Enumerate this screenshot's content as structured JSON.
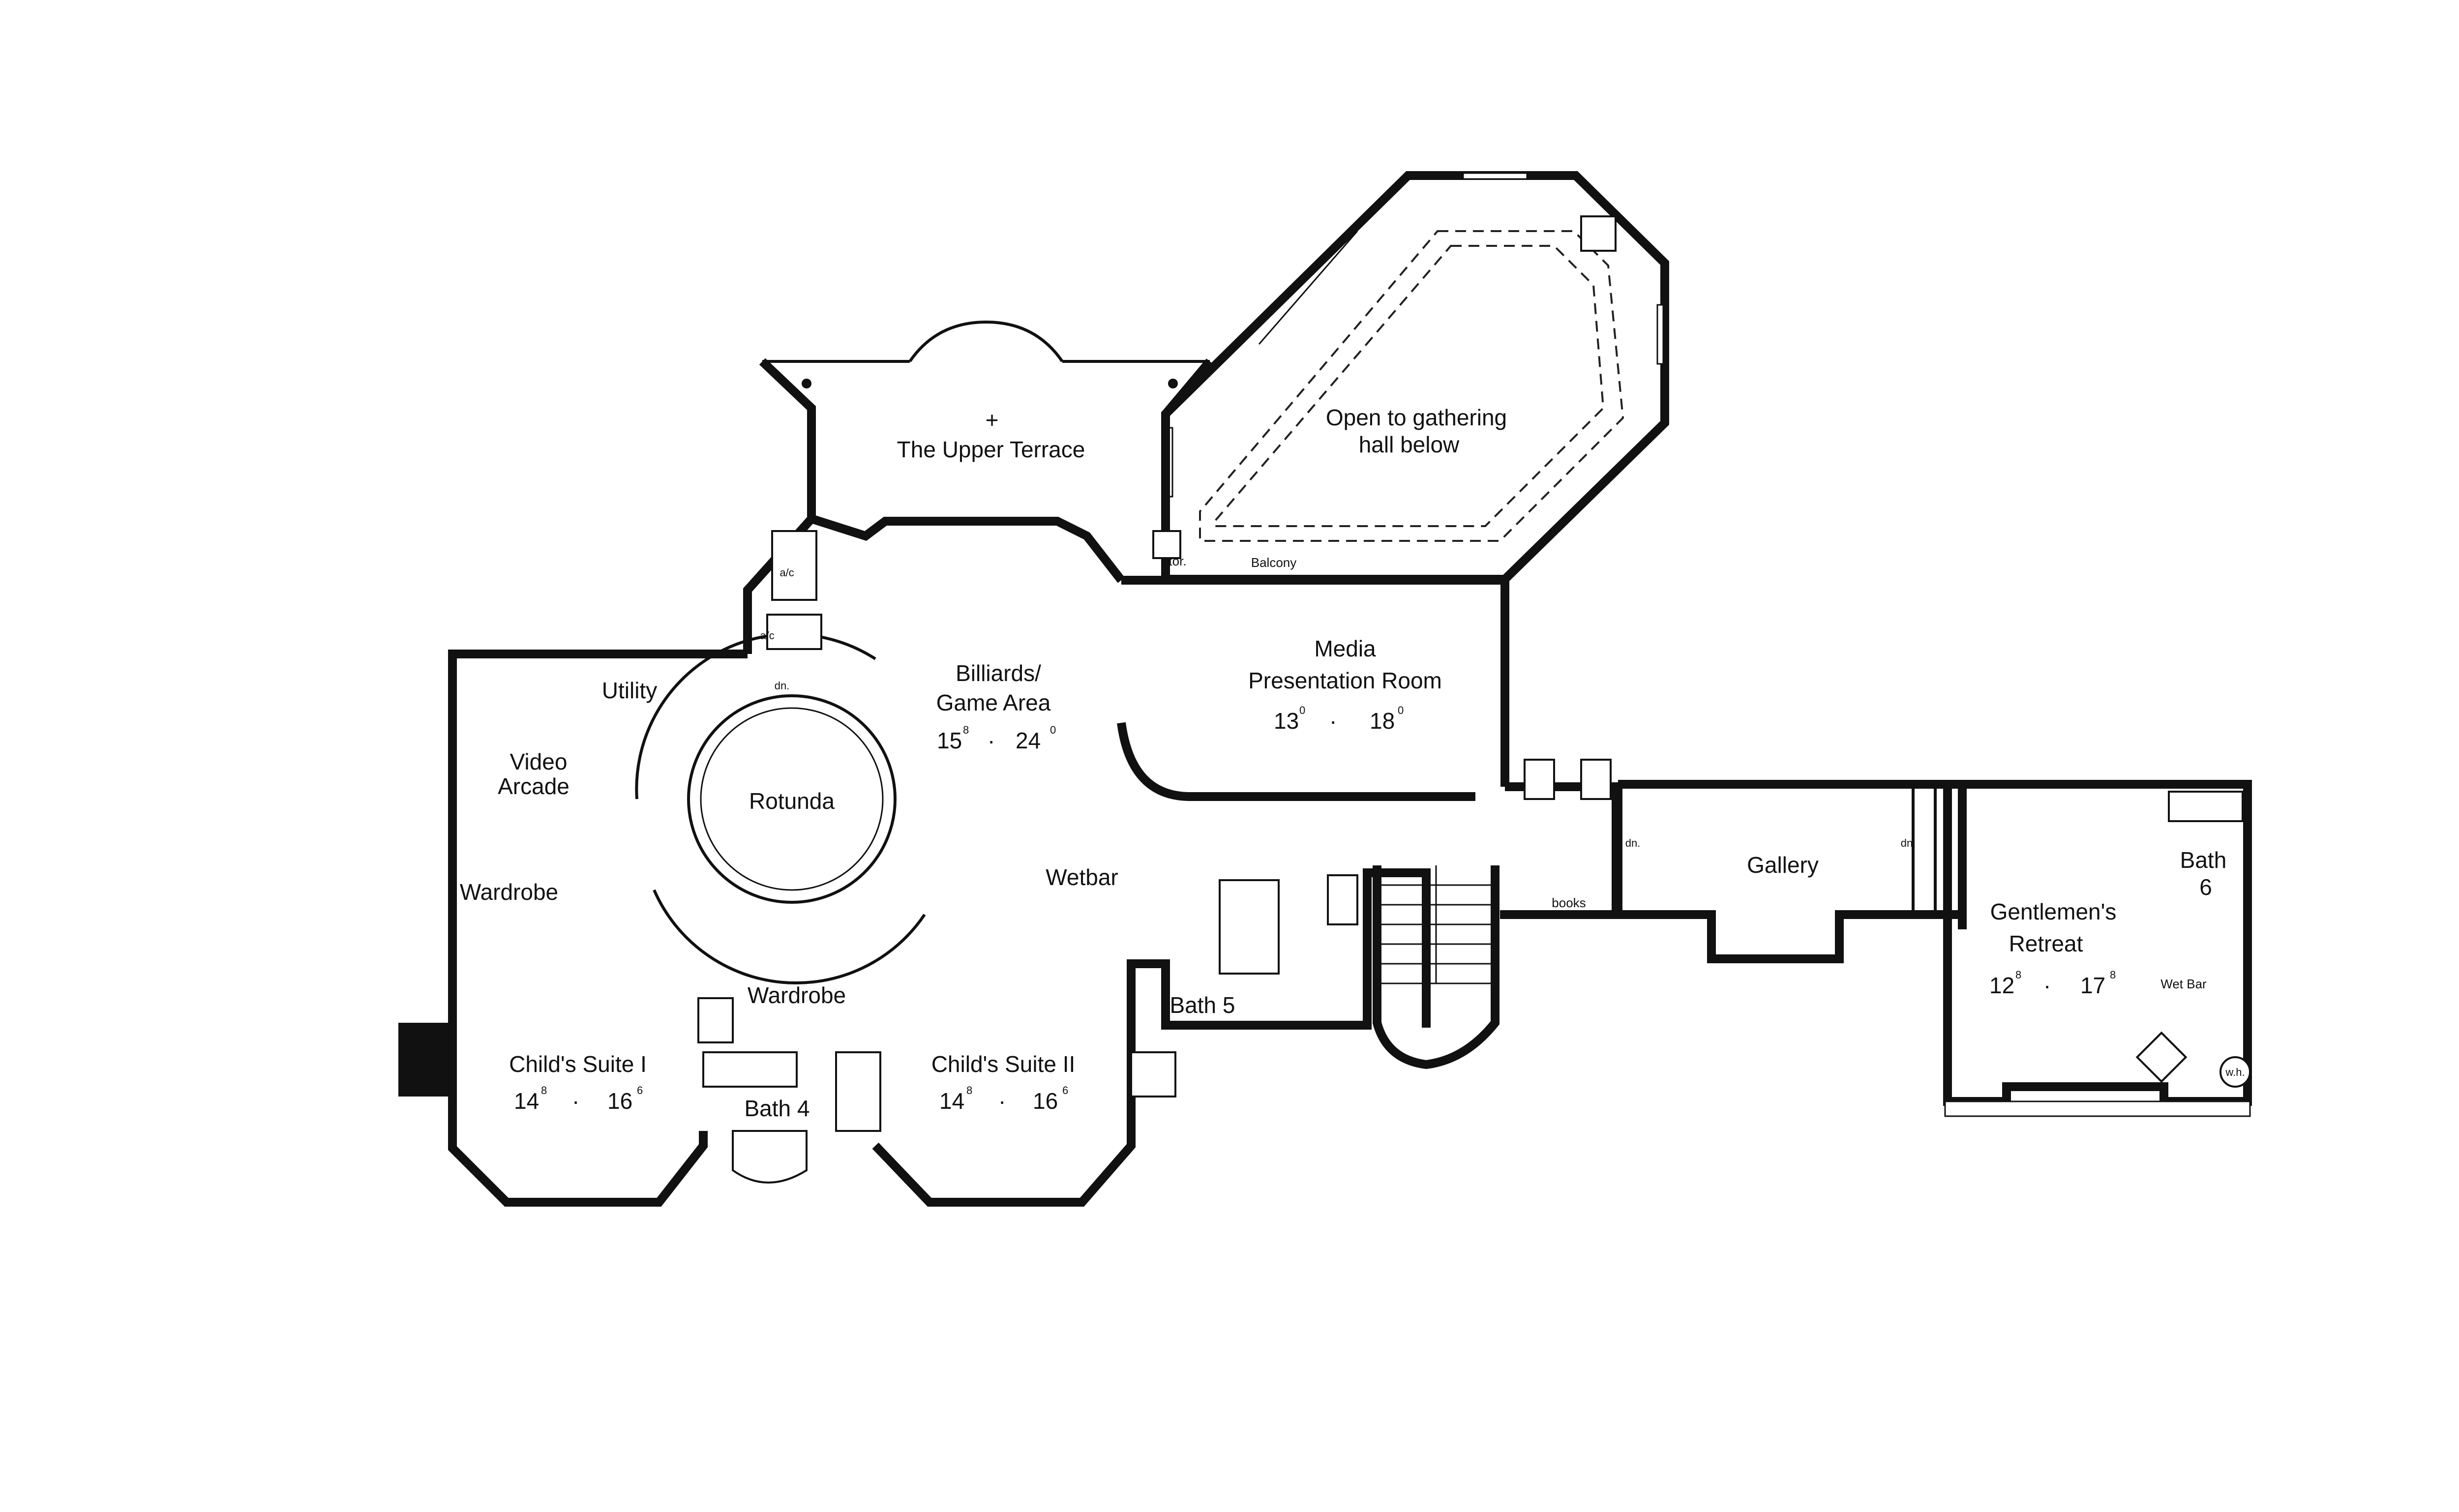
{
  "rooms": {
    "upper_terrace": "The Upper Terrace",
    "open_to_hall": [
      "Open to gathering",
      "hall below"
    ],
    "stor": "stor.",
    "balcony": "Balcony",
    "billiards": [
      "Billiards/",
      "Game Area"
    ],
    "billiards_dim": [
      "15",
      "8",
      "24",
      "0"
    ],
    "media": [
      "Media",
      "Presentation Room"
    ],
    "media_dim": [
      "13",
      "0",
      "18",
      "0"
    ],
    "utility": "Utility",
    "video_arcade": [
      "Video",
      "Arcade"
    ],
    "rotunda": "Rotunda",
    "wardrobe_left": "Wardrobe",
    "wardrobe_mid": "Wardrobe",
    "wetbar": "Wetbar",
    "childs_suite_1": "Child's Suite I",
    "childs_suite_1_dim": [
      "14",
      "8",
      "16",
      "6"
    ],
    "childs_suite_2": "Child's Suite II",
    "childs_suite_2_dim": [
      "14",
      "8",
      "16",
      "6"
    ],
    "bath4": "Bath 4",
    "bath5": "Bath 5",
    "gallery": "Gallery",
    "books": "books",
    "gentlemens_retreat": [
      "Gentlemen's",
      "Retreat"
    ],
    "gentlemens_dim": [
      "12",
      "8",
      "17",
      "8"
    ],
    "bath6": [
      "Bath",
      "6"
    ],
    "wet_bar": "Wet Bar",
    "wh": "w.h.",
    "ac1": "a/c",
    "ac2": "a/c",
    "dn_rotunda": "dn.",
    "dn_gallery_1": "dn.",
    "dn_gallery_2": "dn."
  },
  "symbols": {
    "terrace_marker": "+",
    "dim_separator": "·"
  }
}
